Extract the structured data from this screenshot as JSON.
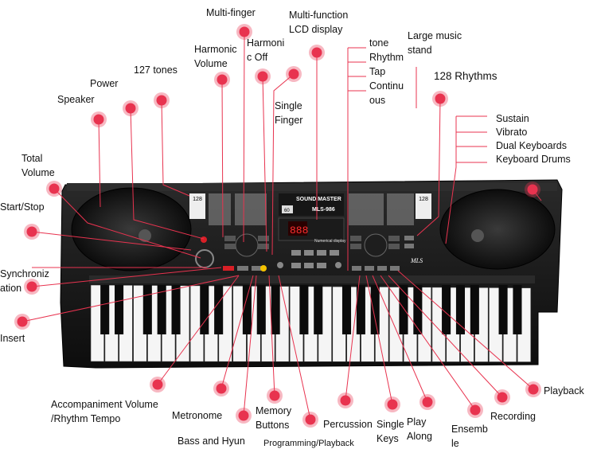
{
  "brand": {
    "line1": "SOUND MASTER",
    "model": "MLS-986",
    "lcd": "888",
    "lcd_caption": "Numerical display",
    "logo": "MLS",
    "badge_left": "128",
    "badge_right": "128",
    "badge_center": "60"
  },
  "colors": {
    "marker": "#e8334f",
    "body": "#111111",
    "accent_button": "#d81f26",
    "yellow_button": "#f4c200"
  },
  "labels": {
    "multi_finger": "Multi-finger",
    "multi_function_lcd": "Multi-function\nLCD display",
    "harmonic_off": "Harmoni\nc Off",
    "harmonic_volume": "Harmonic\nVolume",
    "tones_127": "127 tones",
    "power": "Power",
    "speaker": "Speaker",
    "single_finger": "Single\nFinger",
    "tone": "tone",
    "rhythm": "Rhythm",
    "tap": "Tap",
    "continuous": "Continu\nous",
    "large_music_stand": "Large music\nstand",
    "rhythms_128": "128 Rhythms",
    "sustain": "Sustain",
    "vibrato": "Vibrato",
    "dual_keyboards": "Dual Keyboards",
    "keyboard_drums": "Keyboard Drums",
    "total_volume": "Total\nVolume",
    "start_stop": "Start/Stop",
    "synchronization": "Synchroniz\nation",
    "insert": "Insert",
    "accompaniment_volume": "Accompaniment Volume\n/Rhythm Tempo",
    "metronome": "Metronome",
    "memory_buttons": "Memory\nButtons",
    "bass_and_hyun": "Bass and Hyun",
    "programming_playback": "Programming/Playback",
    "percussion": "Percussion",
    "single_keys": "Single\nKeys",
    "play_along": "Play\nAlong",
    "ensemble": "Ensemb\nle",
    "recording": "Recording",
    "playback": "Playback"
  }
}
